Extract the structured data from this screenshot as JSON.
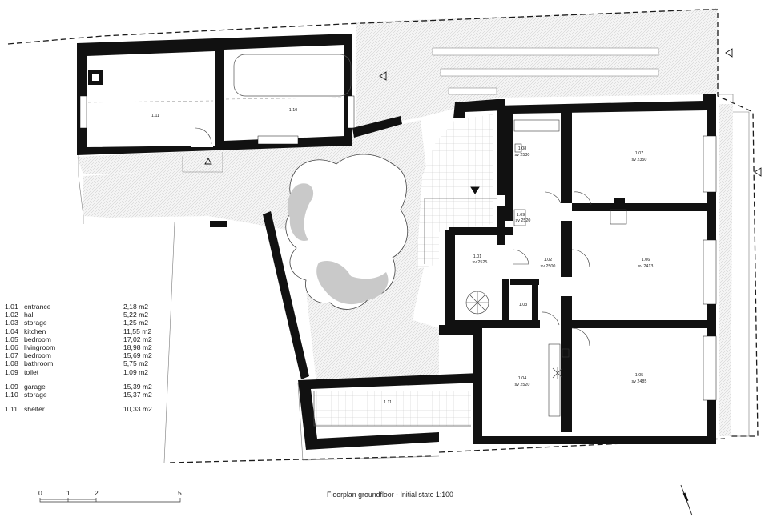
{
  "rooms": [
    {
      "id": "1.01",
      "name": "entrance",
      "area": "2,18 m2"
    },
    {
      "id": "1.02",
      "name": "hall",
      "area": "5,22 m2"
    },
    {
      "id": "1.03",
      "name": "storage",
      "area": "1,25 m2"
    },
    {
      "id": "1.04",
      "name": "kitchen",
      "area": "11,55 m2"
    },
    {
      "id": "1.05",
      "name": "bedroom",
      "area": "17,02 m2"
    },
    {
      "id": "1.06",
      "name": "livingroom",
      "area": "18,98 m2"
    },
    {
      "id": "1.07",
      "name": "bedroom",
      "area": "15,69 m2"
    },
    {
      "id": "1.08",
      "name": "bathroom",
      "area": "5,75 m2"
    },
    {
      "id": "1.09",
      "name": "toilet",
      "area": "1,09 m2"
    }
  ],
  "outbuildings": [
    {
      "id": "1.09",
      "name": "garage",
      "area": "15,39 m2"
    },
    {
      "id": "1.10",
      "name": "storage",
      "area": "15,37 m2"
    }
  ],
  "shelter": {
    "id": "1.11",
    "name": "shelter",
    "area": "10,33 m2"
  },
  "plan_labels": {
    "garage_left": "1.11",
    "garage_right": "1.10",
    "shelter": "1.11",
    "r108": {
      "num": "1.08",
      "sv": "sv 2530"
    },
    "r107": {
      "num": "1.07",
      "sv": "sv 2350"
    },
    "r109": {
      "num": "1.09",
      "sv": "sv 2520"
    },
    "r106": {
      "num": "1.06",
      "sv": "sv 2413"
    },
    "r101": {
      "num": "1.01",
      "sv": "sv 2525"
    },
    "r102": {
      "num": "1.02",
      "sv": "sv 2500"
    },
    "r103": {
      "num": "1.03"
    },
    "r104": {
      "num": "1.04",
      "sv": "sv 2520"
    },
    "r105": {
      "num": "1.05",
      "sv": "sv 2485"
    }
  },
  "scale_bar": {
    "ticks": [
      "0",
      "1",
      "2",
      "5"
    ]
  },
  "caption": "Floorplan groundfloor - Initial state 1:100"
}
